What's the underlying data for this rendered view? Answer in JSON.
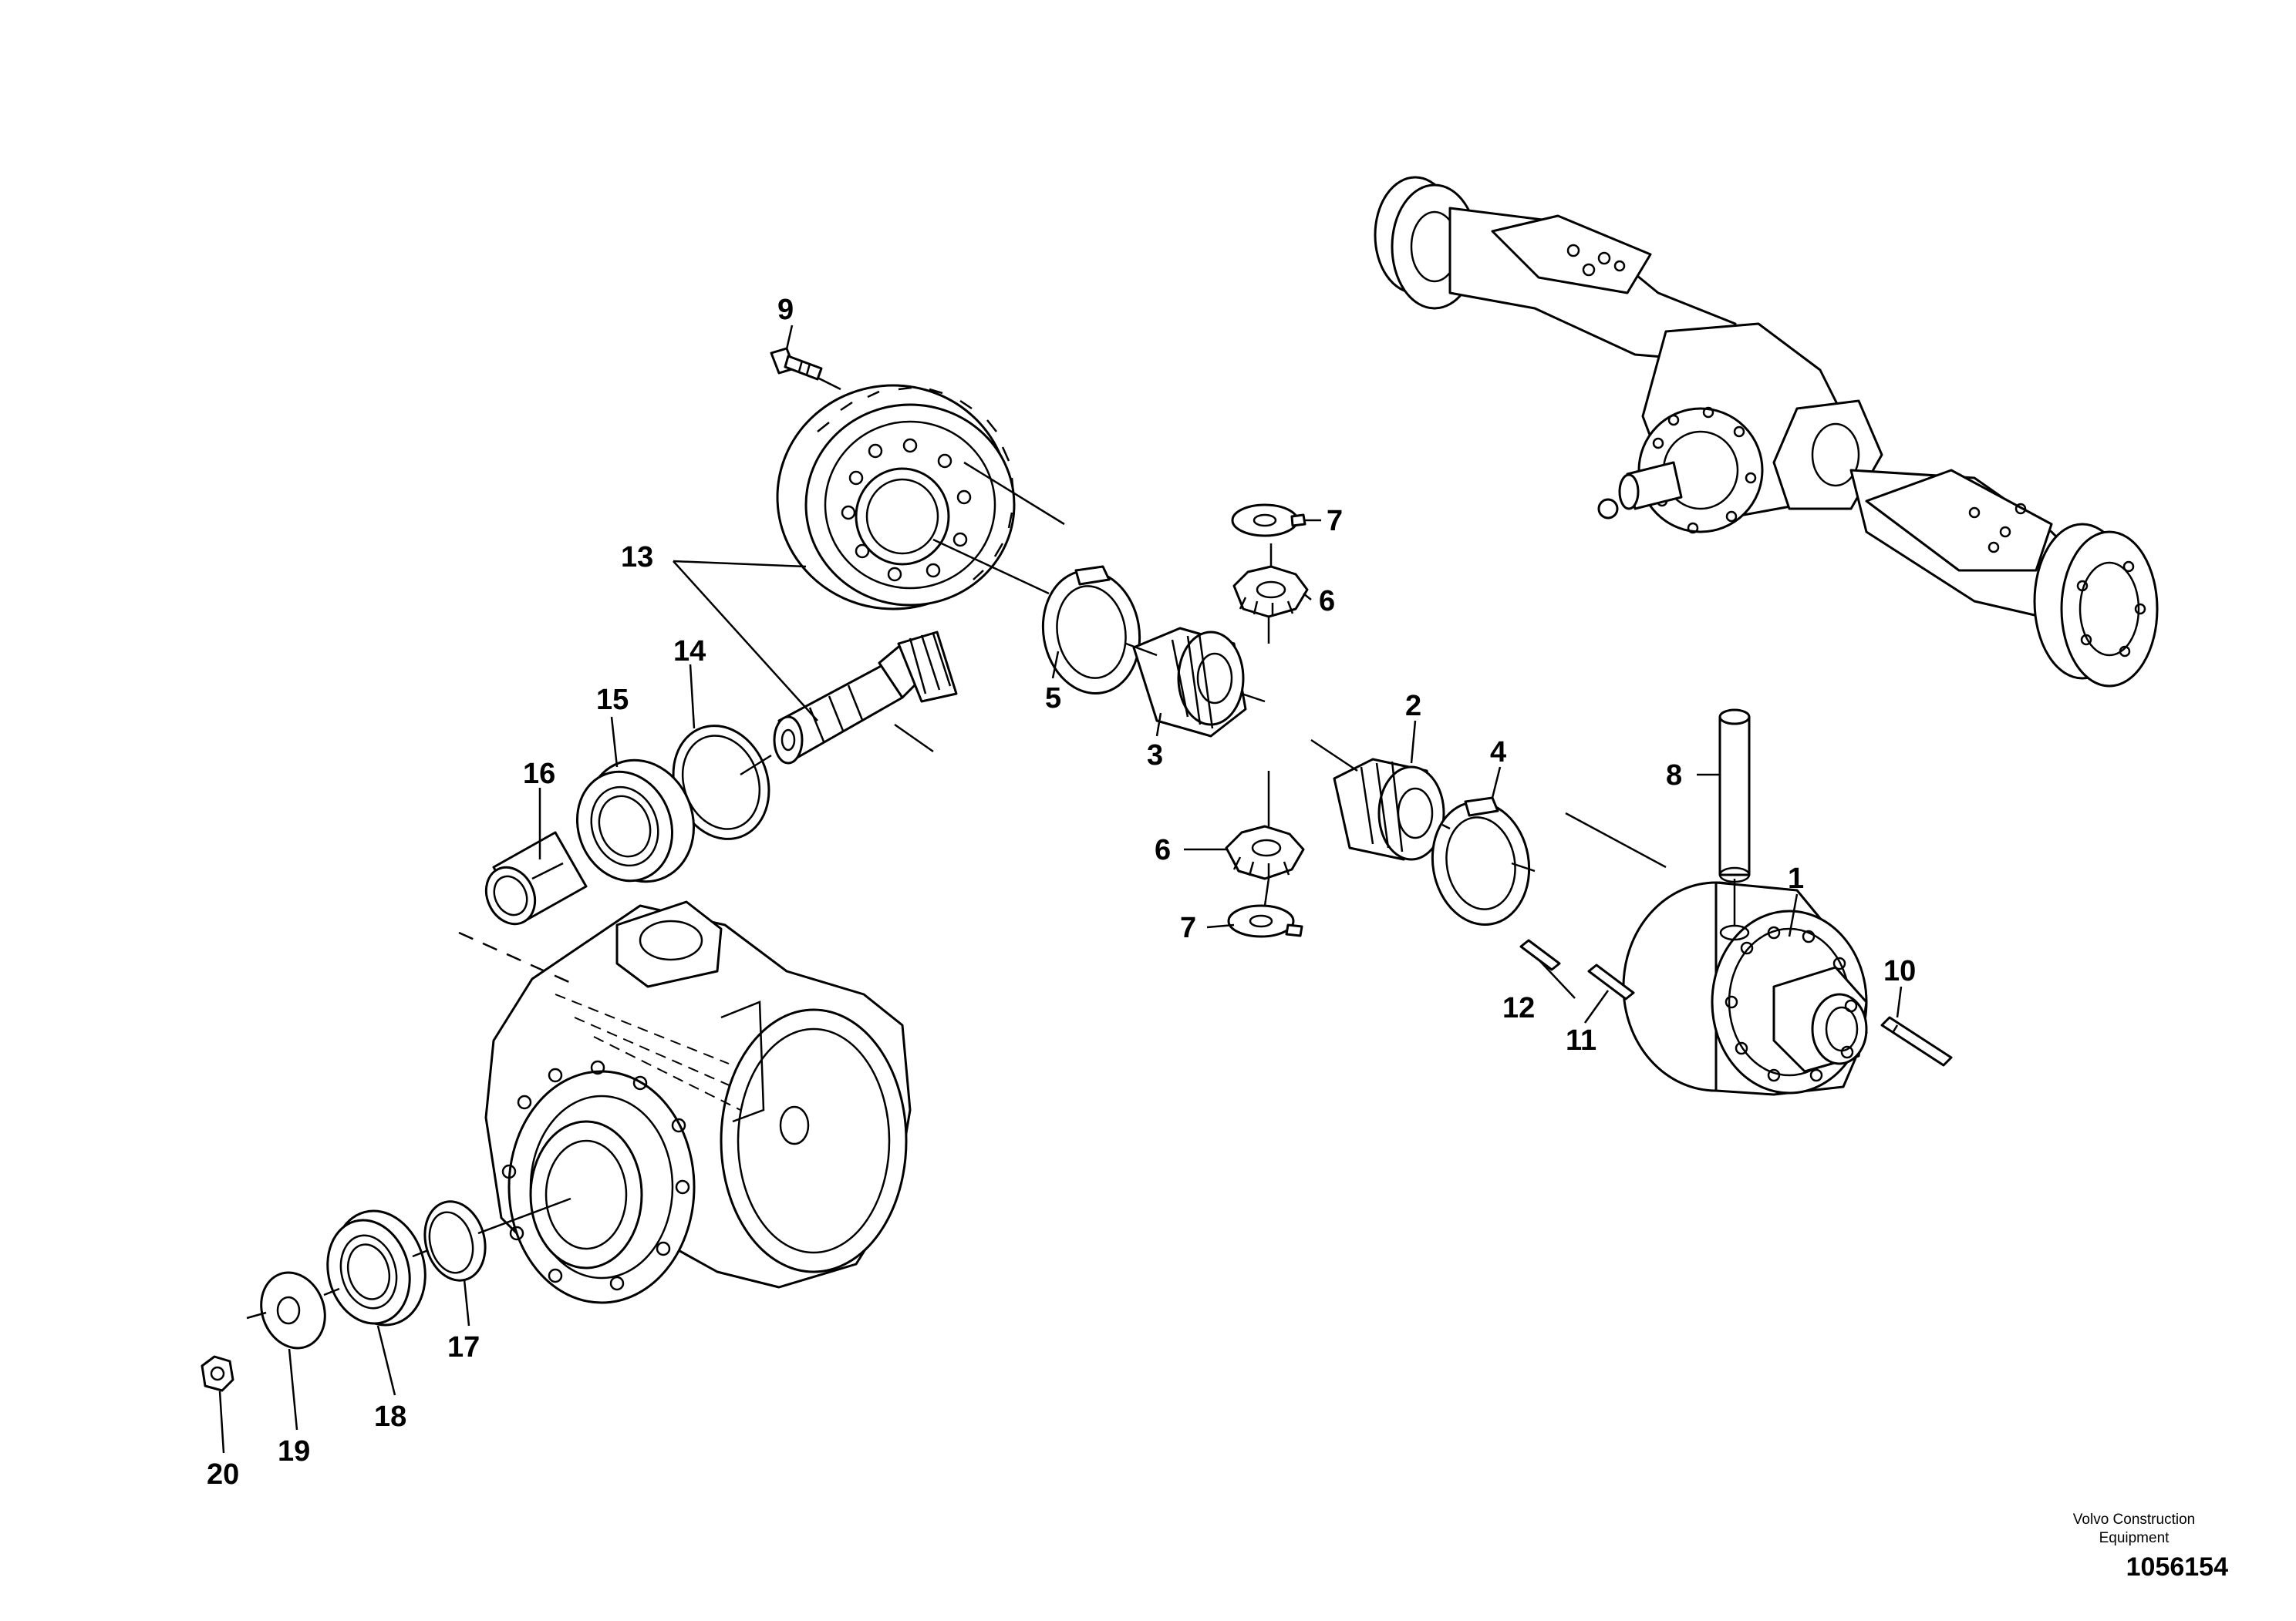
{
  "callouts": [
    {
      "id": "c1",
      "label": "1"
    },
    {
      "id": "c2",
      "label": "2"
    },
    {
      "id": "c3",
      "label": "3"
    },
    {
      "id": "c4",
      "label": "4"
    },
    {
      "id": "c5",
      "label": "5"
    },
    {
      "id": "c6a",
      "label": "6"
    },
    {
      "id": "c6b",
      "label": "6"
    },
    {
      "id": "c7a",
      "label": "7"
    },
    {
      "id": "c7b",
      "label": "7"
    },
    {
      "id": "c8",
      "label": "8"
    },
    {
      "id": "c9",
      "label": "9"
    },
    {
      "id": "c10",
      "label": "10"
    },
    {
      "id": "c11",
      "label": "11"
    },
    {
      "id": "c12",
      "label": "12"
    },
    {
      "id": "c13",
      "label": "13"
    },
    {
      "id": "c14",
      "label": "14"
    },
    {
      "id": "c15",
      "label": "15"
    },
    {
      "id": "c16",
      "label": "16"
    },
    {
      "id": "c17",
      "label": "17"
    },
    {
      "id": "c18",
      "label": "18"
    },
    {
      "id": "c19",
      "label": "19"
    },
    {
      "id": "c20",
      "label": "20"
    }
  ],
  "footer": {
    "brand_line1": "Volvo Construction",
    "brand_line2": "Equipment",
    "document_number": "1056154"
  }
}
